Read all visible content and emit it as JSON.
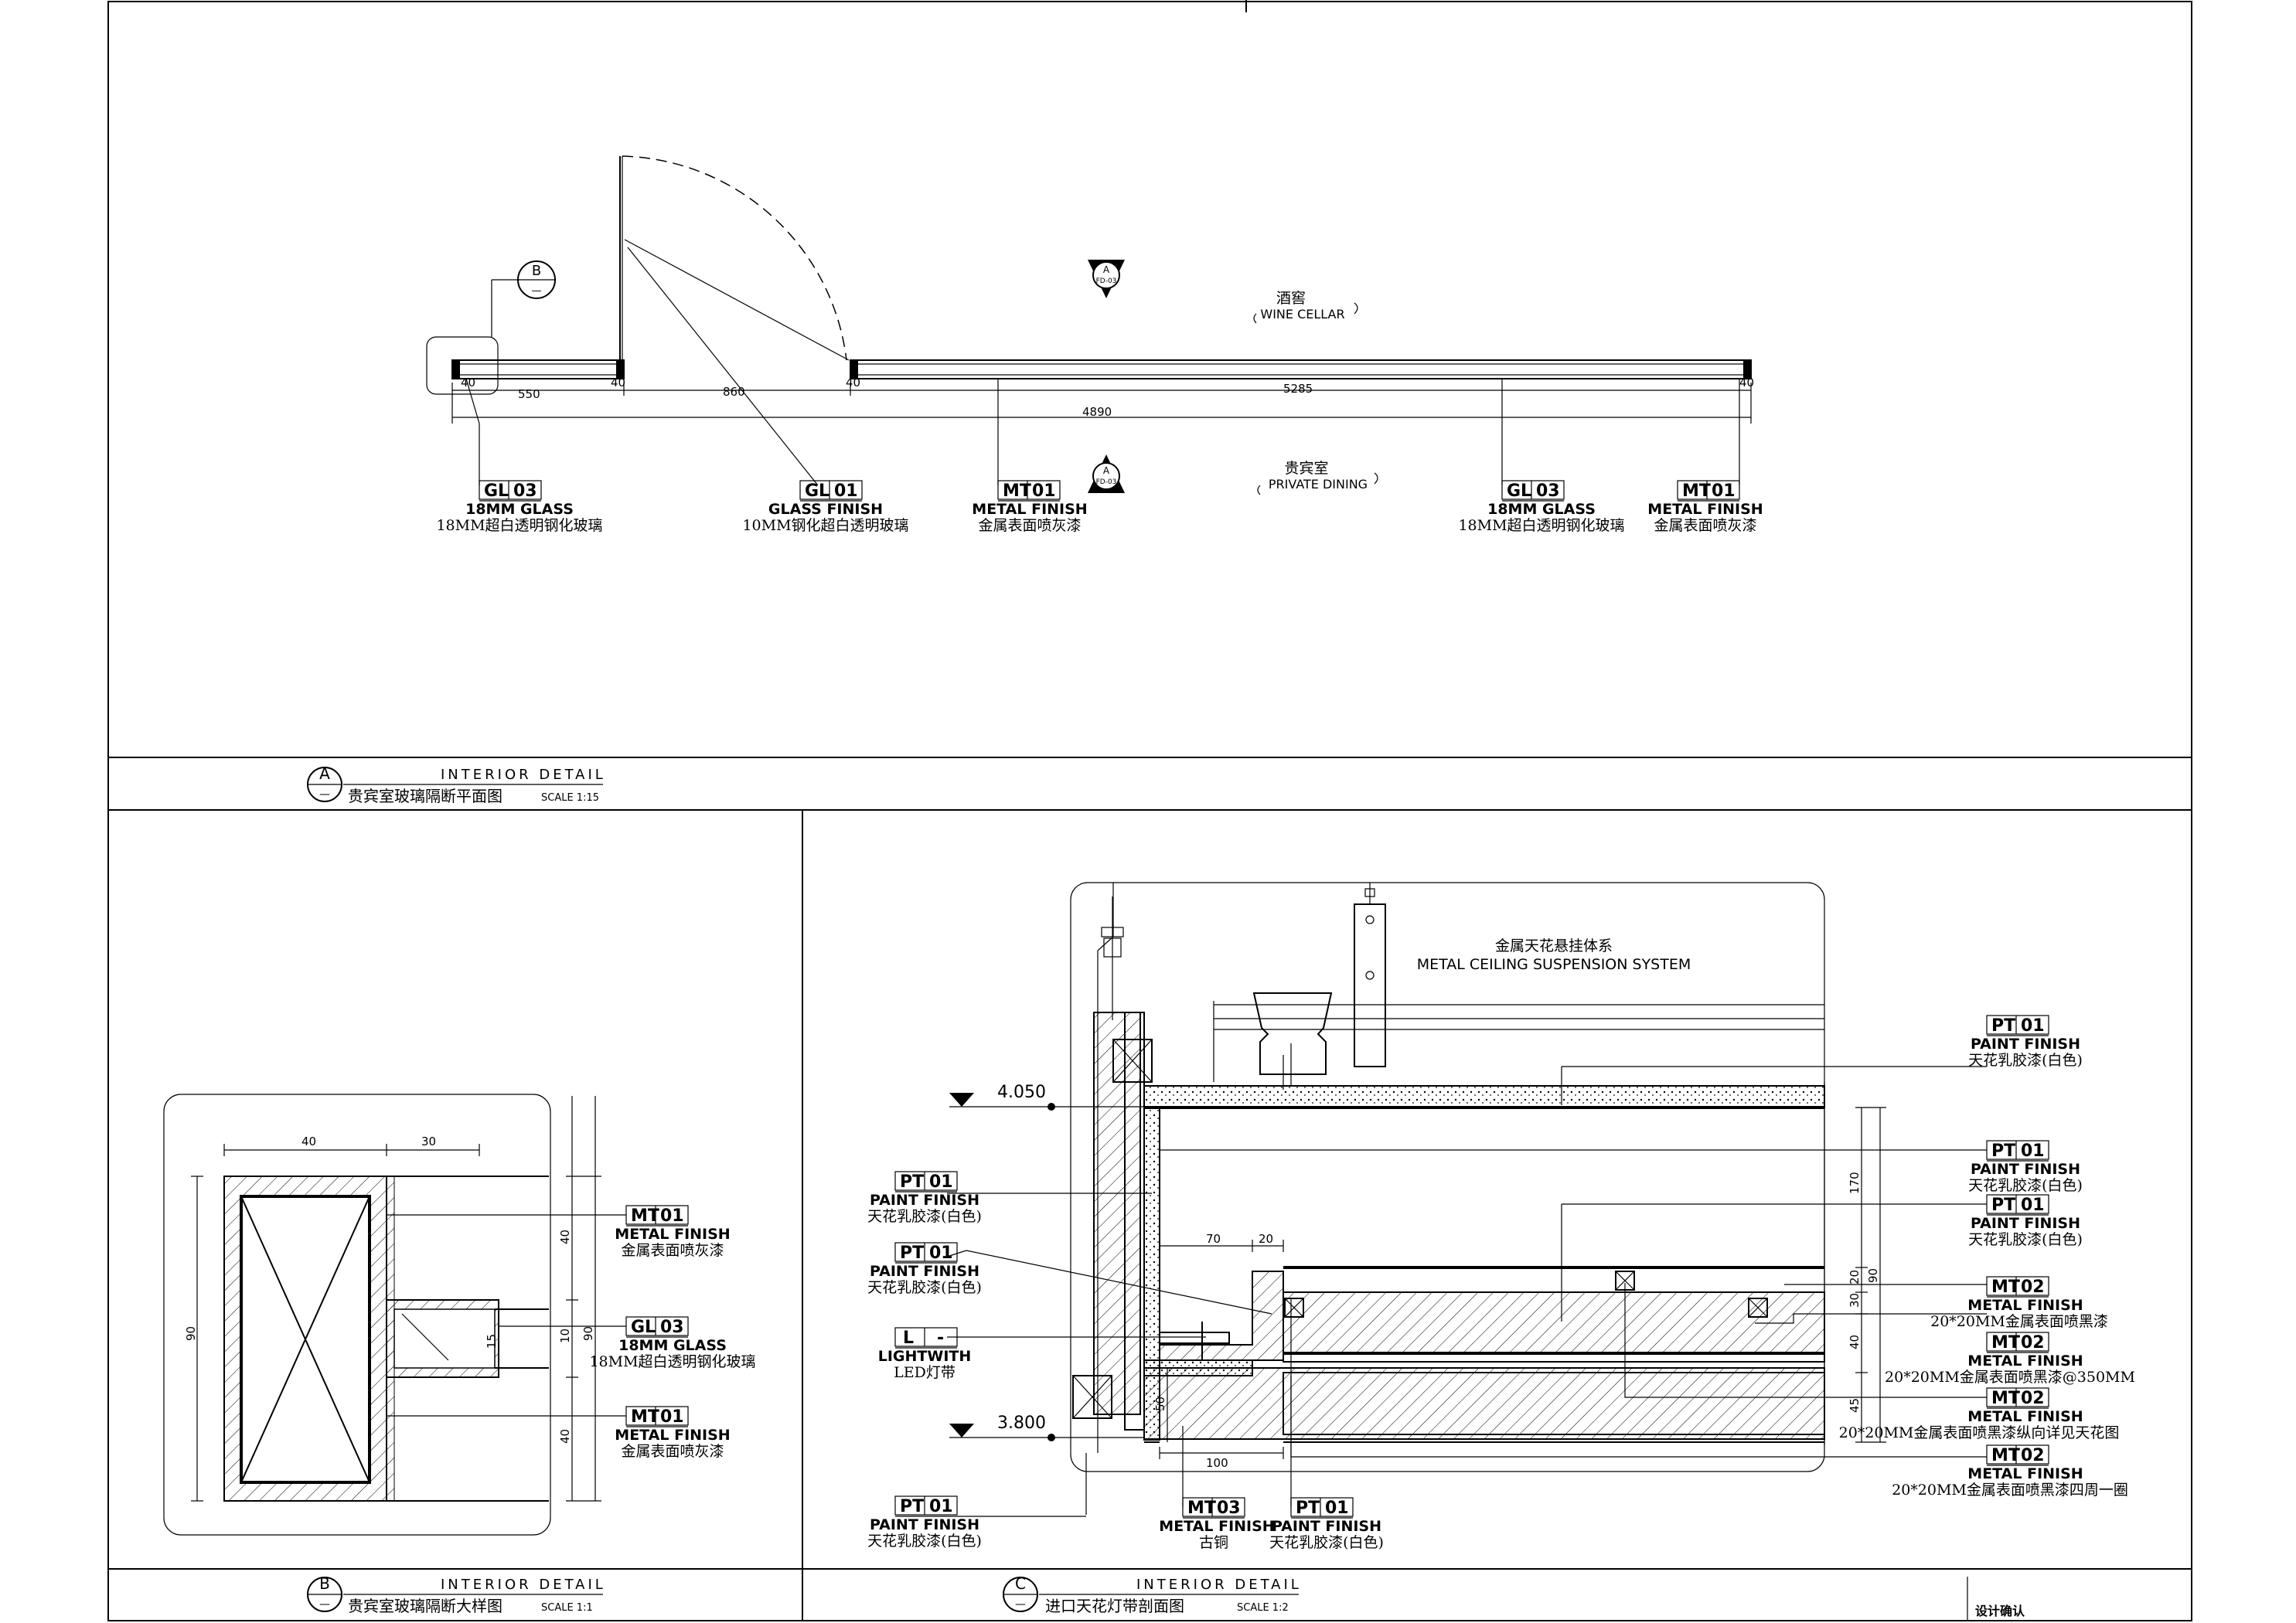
{
  "sheet": {
    "title_a": {
      "letter": "A",
      "dash": "—",
      "label": "INTERIOR  DETAIL",
      "name_cn": "贵宾室玻璃隔断平面图",
      "scale": "SCALE 1:15"
    },
    "title_b": {
      "letter": "B",
      "dash": "—",
      "label": "INTERIOR  DETAIL",
      "name_cn": "贵宾室玻璃隔断大样图",
      "scale": "SCALE 1:1"
    },
    "title_c": {
      "letter": "C",
      "dash": "—",
      "label": "INTERIOR  DETAIL",
      "name_cn": "进口天花灯带剖面图",
      "scale": "SCALE 1:2"
    },
    "stamp": "设计确认"
  },
  "plan": {
    "room_top": {
      "cn": "酒窖",
      "en": "WINE CELLAR"
    },
    "room_bottom": {
      "cn": "贵宾室",
      "en": "PRIVATE DINING"
    },
    "section_marker_top": {
      "letter": "A",
      "sheet": "FD-03"
    },
    "section_marker_bottom": {
      "letter": "A",
      "sheet": "FD-03"
    },
    "detail_bubble": {
      "letter": "B",
      "sheet": "—"
    },
    "dims": {
      "d1": "40",
      "d2": "550",
      "d3": "40",
      "d4": "860",
      "d5": "40",
      "d6": "5285",
      "d7": "40",
      "overall": "4890"
    },
    "callouts": [
      {
        "code": "GL",
        "num": "03",
        "tag": "18MM GLASS",
        "cn": "18MM超白透明钢化玻璃"
      },
      {
        "code": "GL",
        "num": "01",
        "tag": "GLASS FINISH",
        "cn": "10MM钢化超白透明玻璃"
      },
      {
        "code": "MT",
        "num": "01",
        "tag": "METAL FINISH",
        "cn": "金属表面喷灰漆"
      },
      {
        "code": "GL",
        "num": "03",
        "tag": "18MM GLASS",
        "cn": "18MM超白透明钢化玻璃"
      },
      {
        "code": "MT",
        "num": "01",
        "tag": "METAL FINISH",
        "cn": "金属表面喷灰漆"
      }
    ]
  },
  "detail_b": {
    "dims": {
      "top1": "40",
      "top2": "30",
      "left": "90",
      "r1": "40",
      "r2": "10",
      "r3": "40",
      "rtotal": "90",
      "inner": "15"
    },
    "callouts": [
      {
        "code": "MT",
        "num": "01",
        "tag": "METAL FINISH",
        "cn": "金属表面喷灰漆"
      },
      {
        "code": "GL",
        "num": "03",
        "tag": "18MM GLASS",
        "cn": "18MM超白透明钢化玻璃"
      },
      {
        "code": "MT",
        "num": "01",
        "tag": "METAL FINISH",
        "cn": "金属表面喷灰漆"
      }
    ]
  },
  "section_c": {
    "suspension_cn": "金属天花悬挂体系",
    "suspension_en": "METAL CEILING SUSPENSION SYSTEM",
    "level_top": "4.050",
    "level_bottom": "3.800",
    "dims": {
      "d70": "70",
      "d20": "20",
      "d50": "50",
      "d100": "100",
      "r170": "170",
      "r20": "20",
      "r30": "30",
      "r40": "40",
      "r45": "45",
      "r_total": "90"
    },
    "left_callouts": [
      {
        "code": "PT",
        "num": "01",
        "tag": "PAINT FINISH",
        "cn": "天花乳胶漆(白色)"
      },
      {
        "code": "PT",
        "num": "01",
        "tag": "PAINT FINISH",
        "cn": "天花乳胶漆(白色)"
      },
      {
        "code": "L",
        "num": "-",
        "tag": "LIGHTWITH",
        "cn": "LED灯带"
      }
    ],
    "bottom_callouts": [
      {
        "code": "PT",
        "num": "01",
        "tag": "PAINT FINISH",
        "cn": "天花乳胶漆(白色)"
      },
      {
        "code": "MT",
        "num": "03",
        "tag": "METAL FINISH",
        "cn": "古铜"
      },
      {
        "code": "PT",
        "num": "01",
        "tag": "PAINT FINISH",
        "cn": "天花乳胶漆(白色)"
      }
    ],
    "right_callouts": [
      {
        "code": "PT",
        "num": "01",
        "tag": "PAINT FINISH",
        "cn": "天花乳胶漆(白色)"
      },
      {
        "code": "PT",
        "num": "01",
        "tag": "PAINT FINISH",
        "cn": "天花乳胶漆(白色)"
      },
      {
        "code": "PT",
        "num": "01",
        "tag": "PAINT FINISH",
        "cn": "天花乳胶漆(白色)"
      },
      {
        "code": "MT",
        "num": "02",
        "tag": "METAL FINISH",
        "cn": "20*20MM金属表面喷黑漆"
      },
      {
        "code": "MT",
        "num": "02",
        "tag": "METAL FINISH",
        "cn": "20*20MM金属表面喷黑漆@350MM"
      },
      {
        "code": "MT",
        "num": "02",
        "tag": "METAL FINISH",
        "cn": "20*20MM金属表面喷黑漆纵向详见天花图"
      },
      {
        "code": "MT",
        "num": "02",
        "tag": "METAL FINISH",
        "cn": "20*20MM金属表面喷黑漆四周一圈"
      }
    ]
  }
}
